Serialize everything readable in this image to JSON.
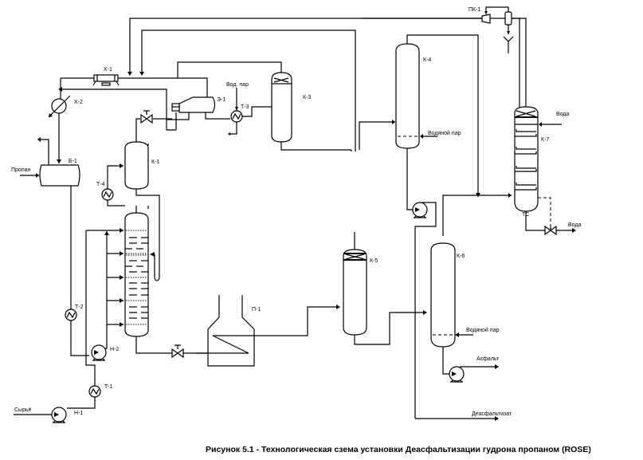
{
  "caption": "Рисунок 5.1 - Технологическая сзема установки Деасфальтизации гудрона пропаном  (ROSE)",
  "equipment": {
    "x1": "Х-1",
    "x2": "Х-2",
    "b1": "Б-1",
    "e1": "Э-1",
    "t3": "Т-3",
    "k3": "К-3",
    "k4": "К-4",
    "pk1": "ПК-1",
    "k7": "К-7",
    "tc": "ТС",
    "k1": "К-1",
    "t4": "Т-4",
    "t2": "Т-2",
    "n2": "Н-2",
    "t1": "Т-1",
    "n1": "Н-1",
    "p1": "П-1",
    "k5": "К-5",
    "k6": "К-6"
  },
  "streams": {
    "propane": "Пропан",
    "feed": "Сырьё",
    "steam_short": "Вод. пар",
    "steam_k4": "Водяной пар",
    "steam_k6": "Водяной пар",
    "water_in": "Вода",
    "water_out": "Вода",
    "asphalt": "Асфальт",
    "deasphaltizate": "Деасфальтизат"
  }
}
